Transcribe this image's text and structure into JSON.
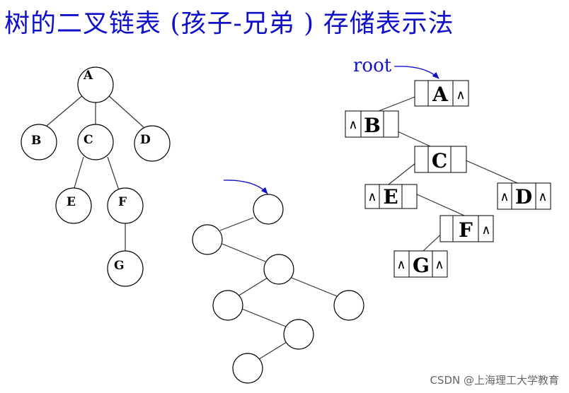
{
  "title": "树的二叉链表 (孩子-兄弟 ) 存储表示法",
  "root_label": "root",
  "null_symbol": "∧",
  "tree_labels": {
    "A": "A",
    "B": "B",
    "C": "C",
    "D": "D",
    "E": "E",
    "F": "F",
    "G": "G"
  },
  "linked_labels": {
    "A": "A",
    "B": "B",
    "C": "C",
    "D": "D",
    "E": "E",
    "F": "F",
    "G": "G"
  },
  "watermark": "CSDN @上海理工大学教育",
  "colors": {
    "title": "#1010c8",
    "arrow": "#1010c8",
    "watermark": "#666666"
  }
}
